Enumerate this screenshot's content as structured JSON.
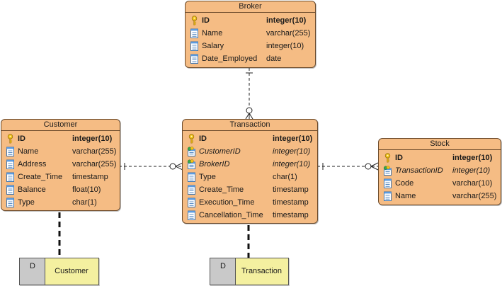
{
  "entities": {
    "broker": {
      "title": "Broker",
      "columns": [
        {
          "name": "ID",
          "type": "integer(10)",
          "kind": "pk"
        },
        {
          "name": "Name",
          "type": "varchar(255)",
          "kind": "col"
        },
        {
          "name": "Salary",
          "type": "integer(10)",
          "kind": "col"
        },
        {
          "name": "Date_Employed",
          "type": "date",
          "kind": "col"
        }
      ]
    },
    "customer": {
      "title": "Customer",
      "columns": [
        {
          "name": "ID",
          "type": "integer(10)",
          "kind": "pk"
        },
        {
          "name": "Name",
          "type": "varchar(255)",
          "kind": "col"
        },
        {
          "name": "Address",
          "type": "varchar(255)",
          "kind": "col"
        },
        {
          "name": "Create_Time",
          "type": "timestamp",
          "kind": "col"
        },
        {
          "name": "Balance",
          "type": "float(10)",
          "kind": "col"
        },
        {
          "name": "Type",
          "type": "char(1)",
          "kind": "col"
        }
      ]
    },
    "transaction": {
      "title": "Transaction",
      "columns": [
        {
          "name": "ID",
          "type": "integer(10)",
          "kind": "pk"
        },
        {
          "name": "CustomerID",
          "type": "integer(10)",
          "kind": "fk"
        },
        {
          "name": "BrokerID",
          "type": "integer(10)",
          "kind": "fk"
        },
        {
          "name": "Type",
          "type": "char(1)",
          "kind": "col"
        },
        {
          "name": "Create_Time",
          "type": "timestamp",
          "kind": "col"
        },
        {
          "name": "Execution_Time",
          "type": "timestamp",
          "kind": "col"
        },
        {
          "name": "Cancellation_Time",
          "type": "timestamp",
          "kind": "col"
        }
      ]
    },
    "stock": {
      "title": "Stock",
      "columns": [
        {
          "name": "ID",
          "type": "integer(10)",
          "kind": "pk"
        },
        {
          "name": "TransactionID",
          "type": "integer(10)",
          "kind": "fk"
        },
        {
          "name": "Code",
          "type": "varchar(10)",
          "kind": "col"
        },
        {
          "name": "Name",
          "type": "varchar(255)",
          "kind": "col"
        }
      ]
    }
  },
  "references": {
    "customer": {
      "tag": "D",
      "label": "Customer"
    },
    "transaction": {
      "tag": "D",
      "label": "Transaction"
    }
  },
  "colors": {
    "entity_fill": "#f5bc84",
    "entity_border": "#6b4a2b",
    "reference_fill": "#f4f0a0",
    "reference_tag_fill": "#c9c9c9"
  }
}
